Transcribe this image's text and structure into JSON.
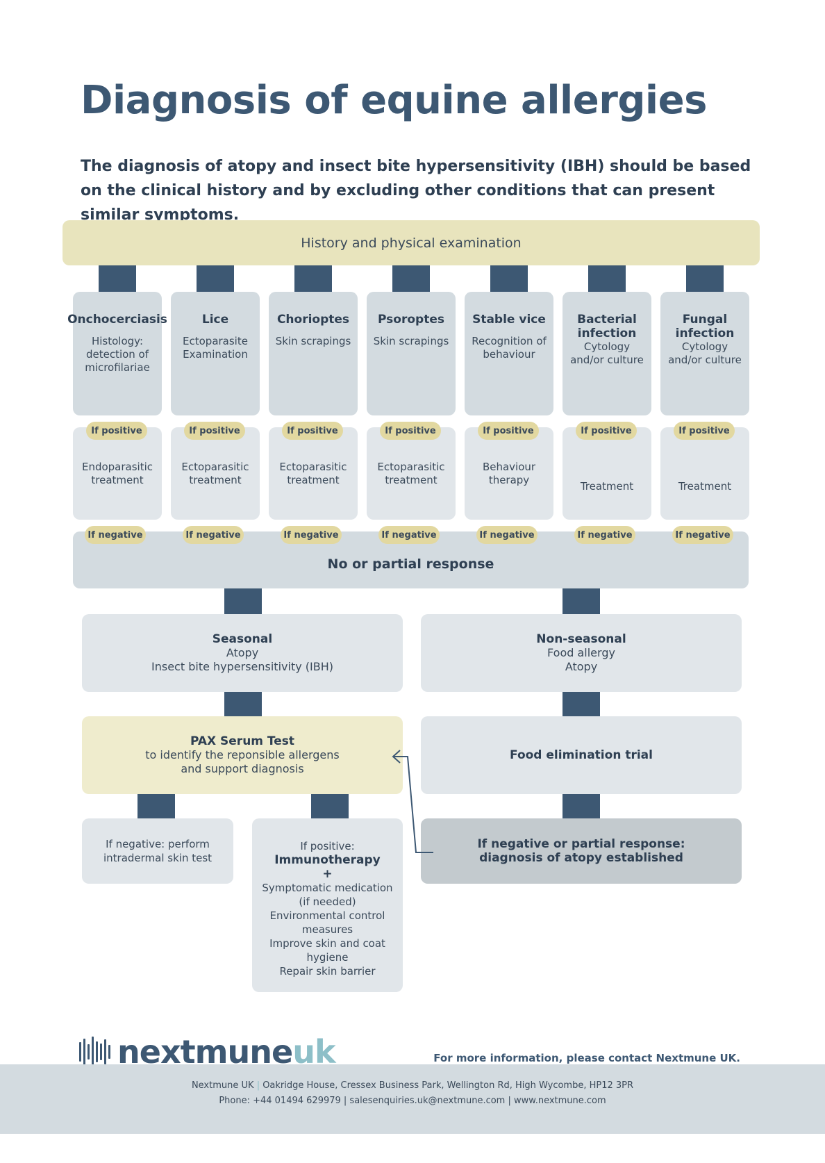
{
  "title": "Diagnosis of equine allergies",
  "intro": "The diagnosis of atopy and insect bite hypersensitivity (IBH) should be based on the clinical history and by excluding other conditions that can present similar symptoms.",
  "history": "History and physical examination",
  "conditions": [
    {
      "name": "Onchocerciasis",
      "test": "Histology: detection of microfilariae",
      "treatment": "Endoparasitic treatment"
    },
    {
      "name": "Lice",
      "test": "Ectoparasite Examination",
      "treatment": "Ectoparasitic treatment"
    },
    {
      "name": "Chorioptes",
      "test": "Skin scrapings",
      "treatment": "Ectoparasitic treatment"
    },
    {
      "name": "Psoroptes",
      "test": "Skin scrapings",
      "treatment": "Ectoparasitic treatment"
    },
    {
      "name": "Stable vice",
      "test": "Recognition of behaviour",
      "treatment": "Behaviour therapy"
    },
    {
      "name": "Bacterial infection",
      "test": "Cytology and/or culture",
      "treatment": "Treatment"
    },
    {
      "name": "Fungal infection",
      "test": "Cytology and/or culture",
      "treatment": "Treatment"
    }
  ],
  "if_positive": "If positive",
  "if_negative": "If negative",
  "no_response": "No or partial response",
  "seasonal": {
    "title": "Seasonal",
    "line1": "Atopy",
    "line2": "Insect bite hypersensitivity (IBH)"
  },
  "non_seasonal": {
    "title": "Non-seasonal",
    "line1": "Food allergy",
    "line2": "Atopy"
  },
  "pax": {
    "title": "PAX Serum Test",
    "line1": "to identify the reponsible allergens",
    "line2": "and support diagnosis"
  },
  "food_trial": "Food elimination trial",
  "neg_intradermal": {
    "line1": "If negative: perform",
    "line2": "intradermal skin test"
  },
  "positive_block": {
    "intro": "If positive:",
    "title": "Immunotherapy",
    "plus": "+",
    "items": [
      "Symptomatic medication",
      "(if needed)",
      "Environmental control",
      "measures",
      "Improve skin and coat",
      "hygiene",
      "Repair skin barrier"
    ]
  },
  "atopy_established": {
    "line1": "If negative or partial response:",
    "line2": "diagnosis of atopy established"
  },
  "brand": {
    "name": "nextmune",
    "suffix": "uk"
  },
  "contact": "For more information, please contact Nextmune UK.",
  "footer": {
    "company": "Nextmune UK",
    "address": "Oakridge House, Cressex Business Park, Wellington Rd, High Wycombe, HP12 3PR",
    "line2": "Phone: +44 01494 629979 | salesenquiries.uk@nextmune.com | www.nextmune.com"
  },
  "colors": {
    "navy": "#3d5873",
    "sand": "#e8e4bd",
    "pill": "#e2d8a0",
    "grey": "#d3dbe0",
    "light": "#e1e6ea",
    "accent": "#8dbfc8"
  }
}
